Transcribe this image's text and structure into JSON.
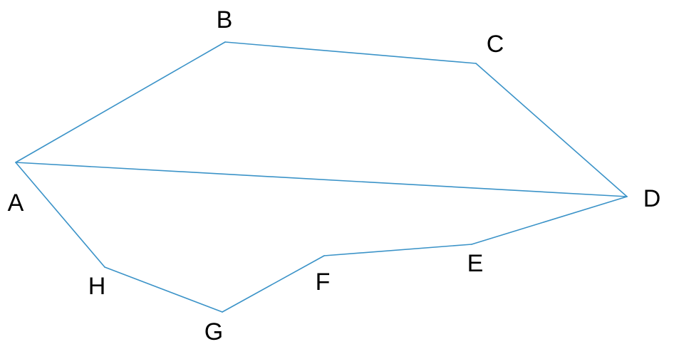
{
  "diagram": {
    "stroke_color": "#3b93c8",
    "label_color": "#000000",
    "vertices": [
      {
        "id": "A",
        "label": "A"
      },
      {
        "id": "B",
        "label": "B"
      },
      {
        "id": "C",
        "label": "C"
      },
      {
        "id": "D",
        "label": "D"
      },
      {
        "id": "E",
        "label": "E"
      },
      {
        "id": "F",
        "label": "F"
      },
      {
        "id": "G",
        "label": "G"
      },
      {
        "id": "H",
        "label": "H"
      }
    ],
    "edges": [
      [
        "A",
        "B"
      ],
      [
        "B",
        "C"
      ],
      [
        "C",
        "D"
      ],
      [
        "A",
        "D"
      ],
      [
        "D",
        "E"
      ],
      [
        "E",
        "F"
      ],
      [
        "F",
        "G"
      ],
      [
        "G",
        "H"
      ],
      [
        "H",
        "A"
      ]
    ]
  }
}
